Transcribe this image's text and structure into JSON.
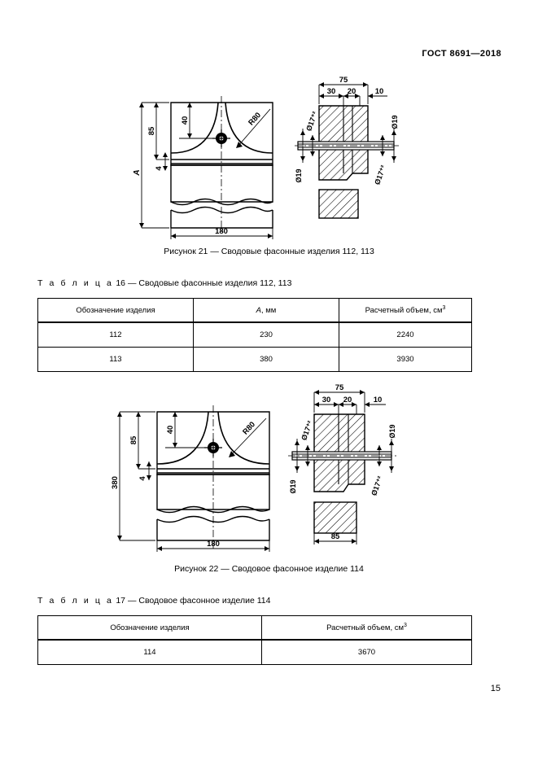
{
  "document": {
    "standard_header": "ГОСТ 8691—2018",
    "page_number": "15"
  },
  "figure21": {
    "caption": "Рисунок 21 — Сводовые фасонные изделия 112, 113",
    "left_view": {
      "dim_height_total": "A",
      "dim_85": "85",
      "dim_40": "40",
      "dim_4": "4",
      "dim_radius": "R80",
      "dim_width": "180"
    },
    "right_view": {
      "dim_75": "75",
      "dim_30": "30",
      "dim_20": "20",
      "dim_10": "10",
      "dia_17_left": "Ø17+2",
      "dia_19_left": "Ø19",
      "dia_19_right": "Ø19",
      "dia_17_right": "Ø17+2"
    }
  },
  "figure22": {
    "caption": "Рисунок 22 — Сводовое фасонное изделие 114",
    "left_view": {
      "dim_height_total": "380",
      "dim_85": "85",
      "dim_40": "40",
      "dim_4": "4",
      "dim_radius": "R80",
      "dim_width": "180"
    },
    "right_view": {
      "dim_75": "75",
      "dim_30": "30",
      "dim_20": "20",
      "dim_10": "10",
      "dia_17_left": "Ø17+2",
      "dia_19_left": "Ø19",
      "dia_19_right": "Ø19",
      "dia_17_right": "Ø17+2",
      "dim_85_bottom": "85"
    }
  },
  "table16": {
    "label_word": "Т а б л и ц а",
    "caption_rest": "16 — Сводовые фасонные изделия 112, 113",
    "headers": {
      "col1": "Обозначение изделия",
      "col2_italic": "A",
      "col2_rest": ", мм",
      "col3_text": "Расчетный объем, см",
      "col3_sup": "3"
    },
    "rows": [
      {
        "designation": "112",
        "a_mm": "230",
        "volume": "2240"
      },
      {
        "designation": "113",
        "a_mm": "380",
        "volume": "3930"
      }
    ]
  },
  "table17": {
    "label_word": "Т а б л и ц а",
    "caption_rest": "17 — Сводовое фасонное изделие 114",
    "headers": {
      "col1": "Обозначение изделия",
      "col2_text": "Расчетный объем, см",
      "col2_sup": "3"
    },
    "rows": [
      {
        "designation": "114",
        "volume": "3670"
      }
    ]
  }
}
